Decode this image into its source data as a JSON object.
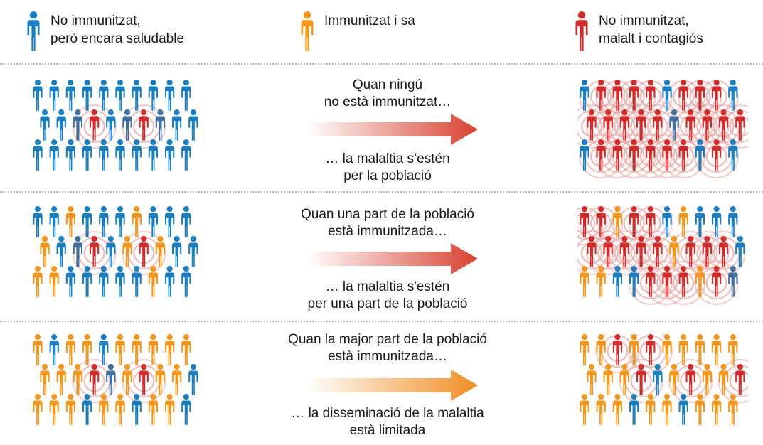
{
  "colors": {
    "healthy": "#1a7fc2",
    "healthy_dark": "#3f6f9e",
    "immune": "#f39619",
    "sick": "#d42b2a",
    "ring": "#e7a9a6",
    "divider": "#b9b9b9"
  },
  "legend": [
    {
      "text": "No immunitzat,\nperò encara saludable",
      "color": "#1a7fc2"
    },
    {
      "text": "Immunitzat i sa",
      "color": "#f39619"
    },
    {
      "text": "No immunitzat,\nmalalt i contagiós",
      "color": "#d42b2a"
    }
  ],
  "scenarios": [
    {
      "top_text": "Quan ningú\nno està immunitzat…",
      "bottom_text": "… la malaltia s’estén\nper la població",
      "arrow_color": "#d8412f",
      "before": [
        "BBBBBBBBBB",
        "BBDSBDSDBB",
        "BBBBBBBBBB"
      ],
      "after": [
        "BSSSSBSSSB",
        "SSSSSDSSSS",
        "BSSSSSSBSB"
      ]
    },
    {
      "top_text": "Quan una part de la població\nestà immunitzada…",
      "bottom_text": "… la malaltia s'estén\nper una part de la població",
      "arrow_color": "#d8412f",
      "before": [
        "BBOBBBOBBB",
        "OBDSBOSOBB",
        "OOBBBBBOBB"
      ],
      "after": [
        "SSOSSBOBBB",
        "SSSSSOSSSB",
        "OOBBSSSOSD"
      ]
    },
    {
      "top_text": "Quan la major part de la població\nestà immunitzada…",
      "bottom_text": "… la disseminació de la malaltia\nestà limitada",
      "arrow_color": "#ef8d22",
      "before": [
        "OBOOBOOOOO",
        "OOOSDOSOOB",
        "OOOBOOBOOB"
      ],
      "after": [
        "OOSOSOOOOO",
        "OOOSBOSOOS",
        "OOOBOOBOOO"
      ]
    }
  ]
}
